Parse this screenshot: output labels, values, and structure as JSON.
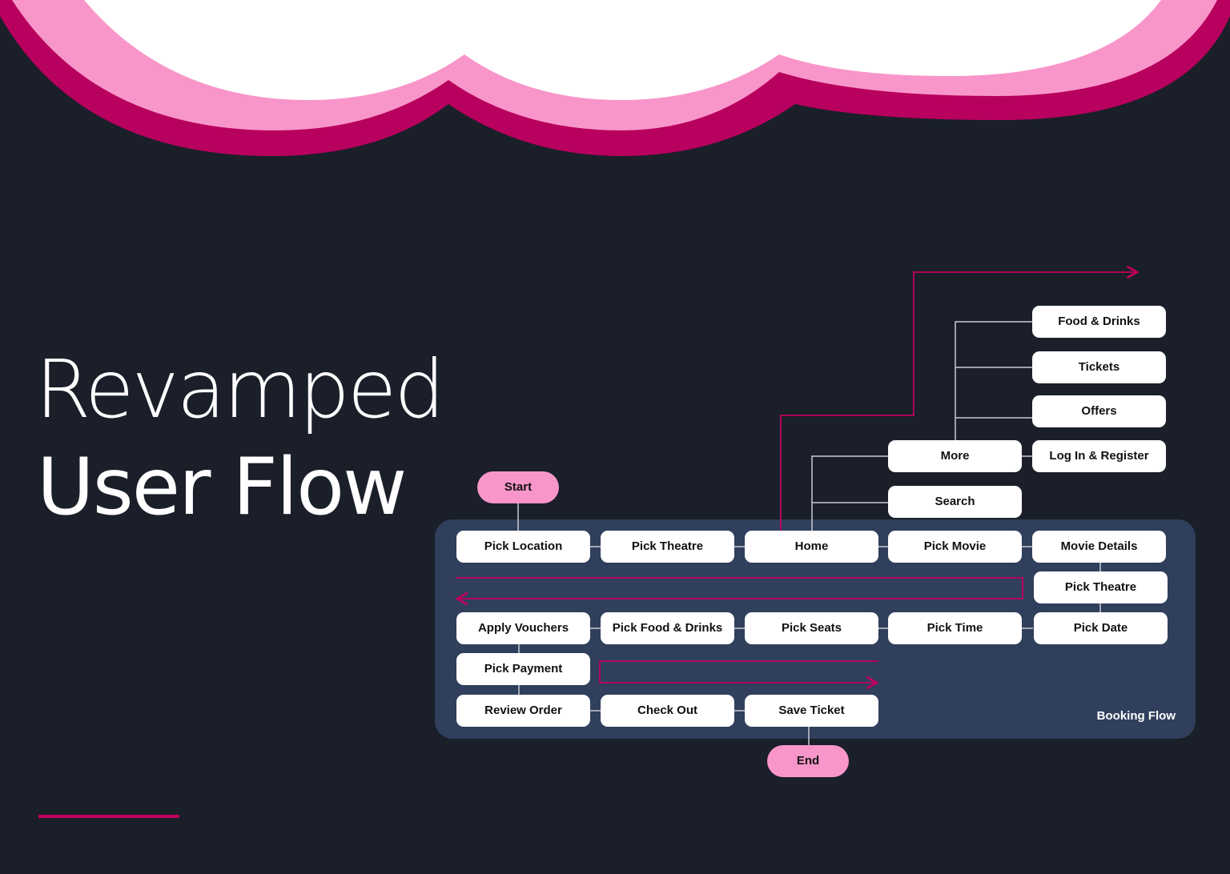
{
  "title": {
    "line1": "Revamped",
    "line2": "User Flow"
  },
  "colors": {
    "background": "#1a1f29",
    "panel": "#2f3f5c",
    "accent": "#c2005f",
    "pink": "#f896c9",
    "node": "#ffffff"
  },
  "panel": {
    "label": "Booking Flow"
  },
  "terminals": {
    "start": "Start",
    "end": "End"
  },
  "nodes": {
    "pick_location": "Pick Location",
    "pick_theatre": "Pick Theatre",
    "home": "Home",
    "pick_movie": "Pick Movie",
    "movie_details": "Movie Details",
    "pick_theatre_2": "Pick Theatre",
    "apply_vouchers": "Apply Vouchers",
    "pick_food_drinks": "Pick Food & Drinks",
    "pick_seats": "Pick Seats",
    "pick_time": "Pick Time",
    "pick_date": "Pick Date",
    "pick_payment": "Pick Payment",
    "review_order": "Review Order",
    "check_out": "Check Out",
    "save_ticket": "Save Ticket",
    "more": "More",
    "search": "Search",
    "food_drinks": "Food & Drinks",
    "tickets": "Tickets",
    "offers": "Offers",
    "log_in_register": "Log In & Register"
  }
}
